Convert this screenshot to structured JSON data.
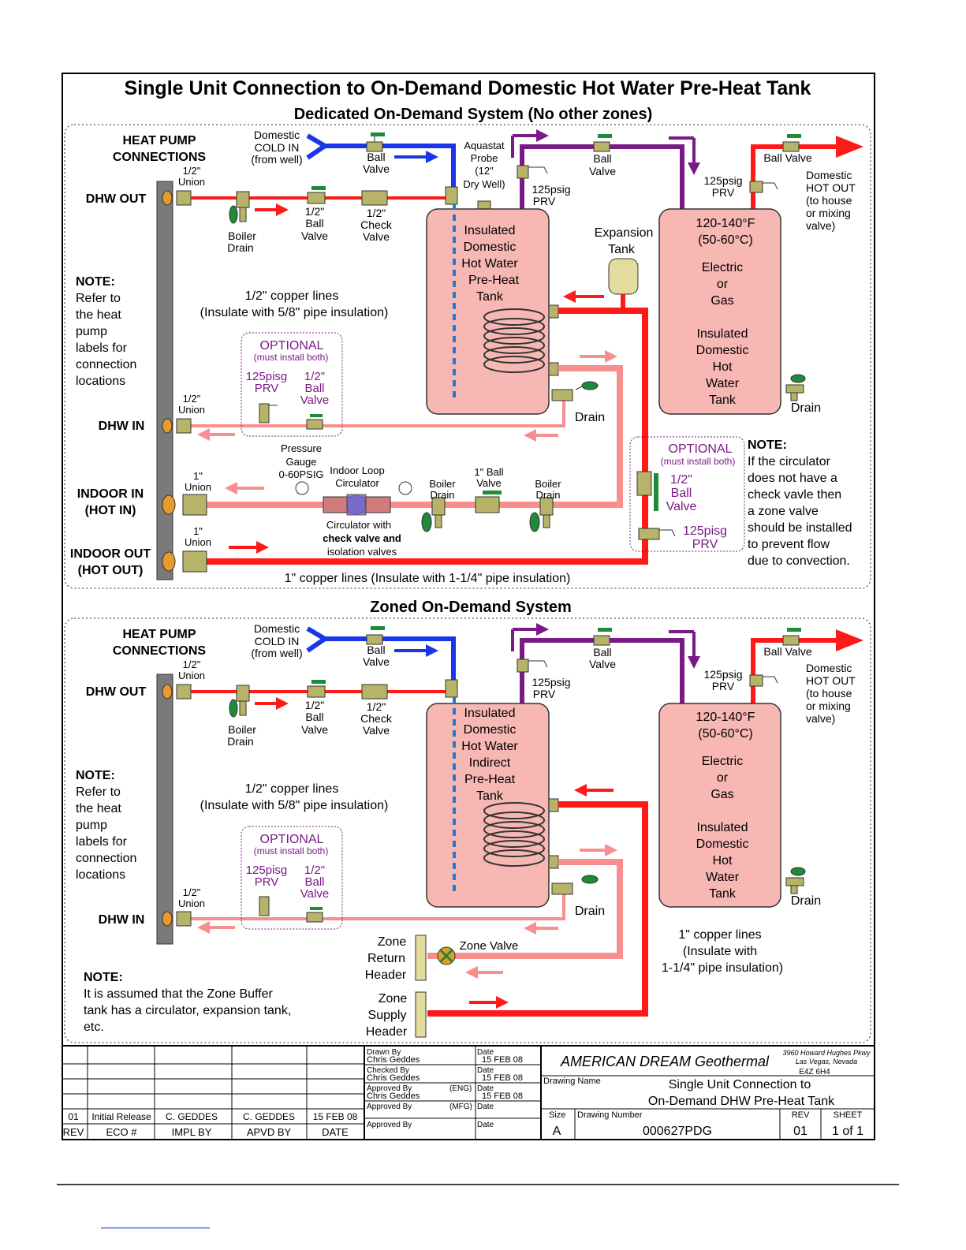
{
  "title": "Single Unit Connection to On-Demand Domestic Hot Water Pre-Heat Tank",
  "top": {
    "subtitle": "Dedicated On-Demand System (No other zones)",
    "hp_title": [
      "HEAT PUMP",
      "CONNECTIONS"
    ],
    "dom_cold": [
      "Domestic",
      "COLD IN",
      "(from well)"
    ],
    "ball_valve": [
      "Ball",
      "Valve"
    ],
    "aquastat": [
      "Aquastat",
      "Probe",
      "(12\"",
      "Dry Well)"
    ],
    "prv125": [
      "125psig",
      "PRV"
    ],
    "ball_valve_top": "Ball Valve",
    "dom_hot": [
      "Domestic",
      "HOT OUT",
      "(to house",
      "or mixing",
      "valve)"
    ],
    "union_half": [
      "1/2\"",
      "Union"
    ],
    "dhw_out": "DHW OUT",
    "half_ball": [
      "1/2\"",
      "Ball",
      "Valve"
    ],
    "half_check": [
      "1/2\"",
      "Check",
      "Valve"
    ],
    "boiler_drain": [
      "Boiler",
      "Drain"
    ],
    "preheat_tank": [
      "Insulated",
      "Domestic",
      "Hot Water",
      "Pre-Heat",
      "Tank"
    ],
    "expansion": [
      "Expansion",
      "Tank"
    ],
    "dhw_tank": [
      "120-140°F",
      "(50-60°C)",
      "",
      "Electric",
      "or",
      "Gas",
      "",
      "Insulated",
      "Domestic",
      "Hot",
      "Water",
      "Tank"
    ],
    "note_title": "NOTE:",
    "note_lines": [
      "Refer to",
      "the heat",
      "pump",
      "labels for",
      "connection",
      "locations"
    ],
    "half_lines": [
      "1/2\" copper lines",
      "(Insulate with 5/8\" pipe insulation)"
    ],
    "optional": "OPTIONAL",
    "must_install": "(must install both)",
    "opt_prv": [
      "125pisg",
      "PRV"
    ],
    "opt_ball": [
      "1/2\"",
      "Ball",
      "Valve"
    ],
    "dhw_in": "DHW IN",
    "drain": "Drain",
    "pressure_gauge": [
      "Pressure",
      "Gauge",
      "0-60PSIG"
    ],
    "indoor_loop": [
      "Indoor Loop",
      "Circulator"
    ],
    "one_union": [
      "1\"",
      "Union"
    ],
    "indoor_in": [
      "INDOOR IN",
      "(HOT IN)"
    ],
    "indoor_out": [
      "INDOOR OUT",
      "(HOT OUT)"
    ],
    "circ_note": [
      "Circulator with",
      "check valve and",
      "isolation valves"
    ],
    "one_ball": [
      "1\" Ball",
      "Valve"
    ],
    "opt2_ball": [
      "1/2\"",
      "Ball",
      "Valve"
    ],
    "opt2_prv": [
      "125pisg",
      "PRV"
    ],
    "note2_lines": [
      "NOTE:",
      "If the circulator",
      "does not have a",
      "check vavle then",
      "a zone valve",
      "should be installed",
      "to prevent flow",
      "due to convection."
    ],
    "one_lines": "1\" copper lines (Insulate with 1-1/4\" pipe insulation)"
  },
  "bottom": {
    "subtitle": "Zoned On-Demand System",
    "preheat_tank": [
      "Insulated",
      "Domestic",
      "Hot Water",
      "Indirect",
      "Pre-Heat",
      "Tank"
    ],
    "zone_return": [
      "Zone",
      "Return",
      "Header"
    ],
    "zone_valve": "Zone Valve",
    "zone_supply": [
      "Zone",
      "Supply",
      "Header"
    ],
    "one_lines": [
      "1\" copper lines",
      "(Insulate with",
      "1-1/4\" pipe insulation)"
    ],
    "note_title": "NOTE:",
    "note_lines": [
      "It is assumed that the Zone Buffer",
      "tank has a circulator, expansion tank,",
      "etc."
    ]
  },
  "title_block": {
    "rev_row": [
      "01",
      "Initial Release",
      "C. GEDDES",
      "C. GEDDES",
      "15 FEB 08"
    ],
    "rev_headers": [
      "REV",
      "ECO #",
      "IMPL BY",
      "APVD BY",
      "DATE"
    ],
    "drawn_by": "Drawn By",
    "drawn_name": "Chris Geddes",
    "checked_by": "Checked By",
    "checked_name": "Chris Geddes",
    "approved_eng": "Approved By",
    "eng": "(ENG)",
    "approved_eng_name": "Chris Geddes",
    "approved_mfg": "Approved By",
    "mfg": "(MFG)",
    "approved_by": "Approved By",
    "date_label": "Date",
    "date_value": "15 FEB 08",
    "company": "AMERICAN DREAM Geothermal",
    "address": [
      "3960 Howard Hughes Pkwy",
      "Las Vegas, Nevada",
      "E4Z 6H4"
    ],
    "drawing_name_label": "Drawing Name",
    "drawing_name": [
      "Single Unit Connection to",
      "On-Demand DHW Pre-Heat Tank"
    ],
    "size_label": "Size",
    "size": "A",
    "drawing_number_label": "Drawing Number",
    "drawing_number": "000627PDG",
    "rev_label": "REV",
    "rev": "01",
    "sheet_label": "SHEET",
    "sheet": "1 of 1"
  }
}
